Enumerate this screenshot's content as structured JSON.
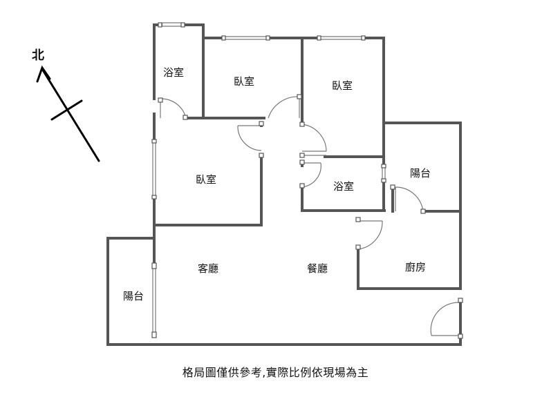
{
  "compass": {
    "north_label": "北",
    "icon": "north-arrow-icon"
  },
  "rooms": {
    "bath_top": "浴室",
    "bedroom_top_mid": "臥室",
    "bedroom_top_right": "臥室",
    "bedroom_left": "臥室",
    "bath_mid": "浴室",
    "balcony_right": "陽台",
    "living": "客廳",
    "dining": "餐廳",
    "kitchen": "廚房",
    "balcony_left": "陽台"
  },
  "caption": "格局圖僅供參考,實際比例依現場為主",
  "colors": {
    "wall": "#555555",
    "thin_line": "#777777",
    "text": "#111111"
  }
}
